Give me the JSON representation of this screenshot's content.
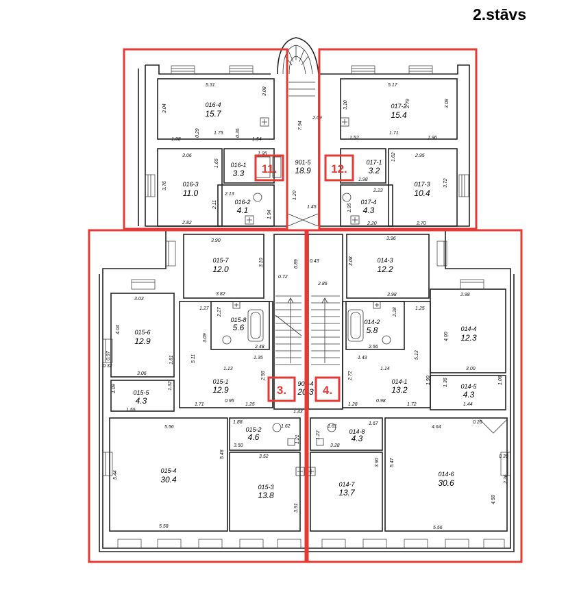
{
  "floor_title": "2.stāvs",
  "colors": {
    "zone_border": "#e53935",
    "wall": "#222222",
    "background": "#ffffff"
  },
  "zone_labels": [
    "11.",
    "12.",
    "3.",
    "4."
  ],
  "rooms": [
    {
      "code": "016-4",
      "area": "15.7"
    },
    {
      "code": "016-3",
      "area": "11.0"
    },
    {
      "code": "016-1",
      "area": "3.3"
    },
    {
      "code": "016-2",
      "area": "4.1"
    },
    {
      "code": "901-5",
      "area": "18.9"
    },
    {
      "code": "017-2",
      "area": "15.4"
    },
    {
      "code": "017-1",
      "area": "3.2"
    },
    {
      "code": "017-3",
      "area": "10.4"
    },
    {
      "code": "017-4",
      "area": "4.3"
    },
    {
      "code": "015-7",
      "area": "12.0"
    },
    {
      "code": "015-6",
      "area": "12.9"
    },
    {
      "code": "015-8",
      "area": "5.6"
    },
    {
      "code": "015-5",
      "area": "4.3"
    },
    {
      "code": "015-1",
      "area": "12.9"
    },
    {
      "code": "015-2",
      "area": "4.6"
    },
    {
      "code": "015-4",
      "area": "30.4"
    },
    {
      "code": "015-3",
      "area": "13.8"
    },
    {
      "code": "014-3",
      "area": "12.2"
    },
    {
      "code": "014-4",
      "area": "12.3"
    },
    {
      "code": "014-2",
      "area": "5.8"
    },
    {
      "code": "014-1",
      "area": "13.2"
    },
    {
      "code": "014-5",
      "area": "4.3"
    },
    {
      "code": "014-8",
      "area": "4.3"
    },
    {
      "code": "014-7",
      "area": "13.7"
    },
    {
      "code": "014-6",
      "area": "30.6"
    },
    {
      "code": "901-4",
      "area": "20.3"
    }
  ],
  "dimensions": [
    "5.31",
    "3.08",
    "3.04",
    "1.98",
    "1.75",
    "1.54",
    "1.95",
    "0.29",
    "0.35",
    "3.06",
    "1.65",
    "3.76",
    "2.82",
    "2.13",
    "2.11",
    "1.94",
    "7.94",
    "2.69",
    "1.20",
    "1.45",
    "5.17",
    "3.10",
    "2.79",
    "3.08",
    "1.52",
    "1.71",
    "1.96",
    "1.98",
    "2.23",
    "2.95",
    "3.72",
    "2.70",
    "2.20",
    "1.95",
    "1.62",
    "3.90",
    "3.10",
    "3.82",
    "0.89",
    "0.43",
    "0.72",
    "2.86",
    "3.96",
    "3.08",
    "3.98",
    "3.03",
    "4.04",
    "2.98",
    "4.00",
    "3.00",
    "1.27",
    "2.27",
    "2.48",
    "1.25",
    "2.28",
    "2.56",
    "0.97",
    "0.32",
    "5.11",
    "3.09",
    "1.35",
    "1.13",
    "1.43",
    "1.14",
    "5.13",
    "1.81",
    "3.06",
    "2.56",
    "2.72",
    "1.90",
    "1.36",
    "1.08",
    "1.09",
    "1.32",
    "1.71",
    "1.25",
    "0.95",
    "1.28",
    "0.98",
    "1.72",
    "1.55",
    "1.44",
    "1.88",
    "1.62",
    "1.21",
    "1.22",
    "1.61",
    "1.67",
    "3.50",
    "3.28",
    "5.56",
    "4.64",
    "5.48",
    "5.47",
    "5.44",
    "3.52",
    "3.90",
    "2.36",
    "4.58",
    "3.91",
    "5.58",
    "5.56",
    "0.39",
    "0.26",
    "1.43"
  ]
}
